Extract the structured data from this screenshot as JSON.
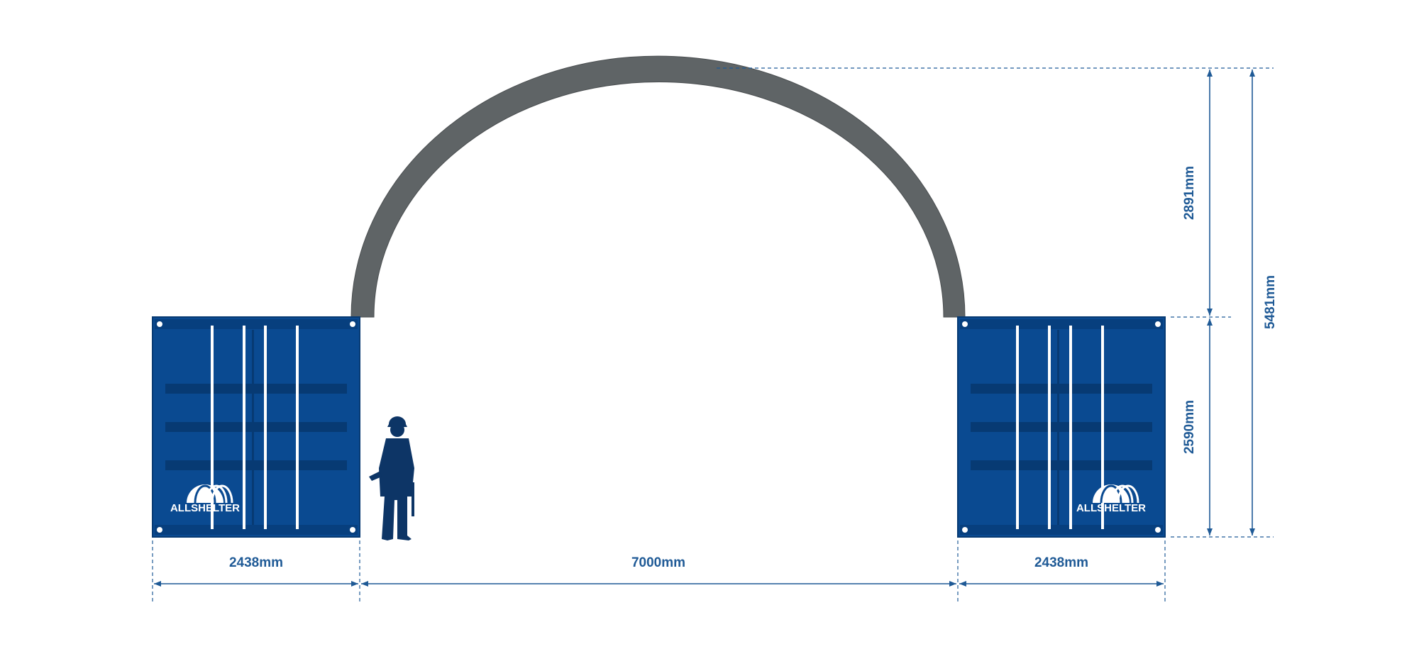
{
  "colors": {
    "dimension": "#1f5a96",
    "container": "#0a4a91",
    "container_dark": "#073a73",
    "arch": "#5f6466",
    "person": "#0d3566",
    "white": "#ffffff"
  },
  "dimensions": {
    "left_container_width": "2438mm",
    "span_width": "7000mm",
    "right_container_width": "2438mm",
    "arch_height": "2891mm",
    "container_height": "2590mm",
    "total_height": "5481mm"
  },
  "branding": {
    "left_logo": "ALLSHELTER",
    "right_logo": "ALLSHELTER"
  },
  "icons": {
    "person": "worker-silhouette-icon",
    "logo": "allshelter-logo-icon",
    "arrow": "arrowhead-icon"
  }
}
